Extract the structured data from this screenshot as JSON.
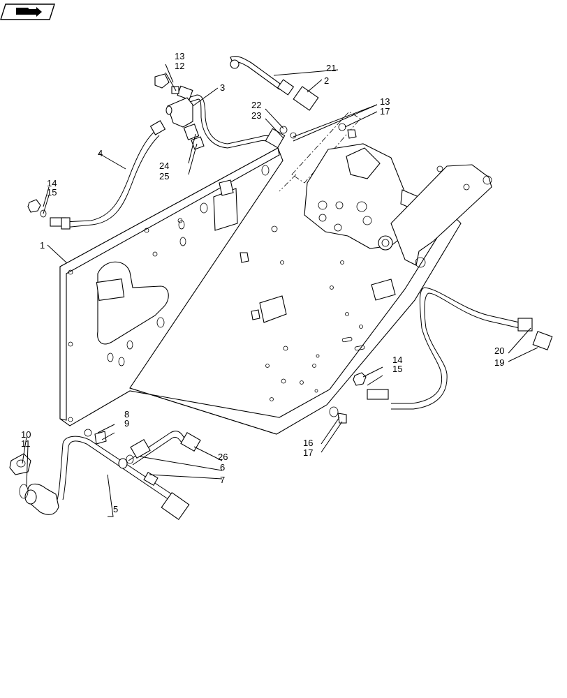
{
  "toolbar": {
    "icon": "next-page-arrow-icon"
  },
  "callouts": {
    "c1": "1",
    "c2": "2",
    "c3": "3",
    "c4": "4",
    "c5": "5",
    "c6": "6",
    "c7": "7",
    "c8": "8",
    "c9": "9",
    "c10": "10",
    "c11": "11",
    "c12": "12",
    "c13a": "13",
    "c13b": "13",
    "c14a": "14",
    "c14b": "14",
    "c15a": "15",
    "c15b": "15",
    "c16": "16",
    "c17a": "17",
    "c17b": "17",
    "c19": "19",
    "c20": "20",
    "c21": "21",
    "c22": "22",
    "c23": "23",
    "c24": "24",
    "c25": "25",
    "c26": "26"
  }
}
